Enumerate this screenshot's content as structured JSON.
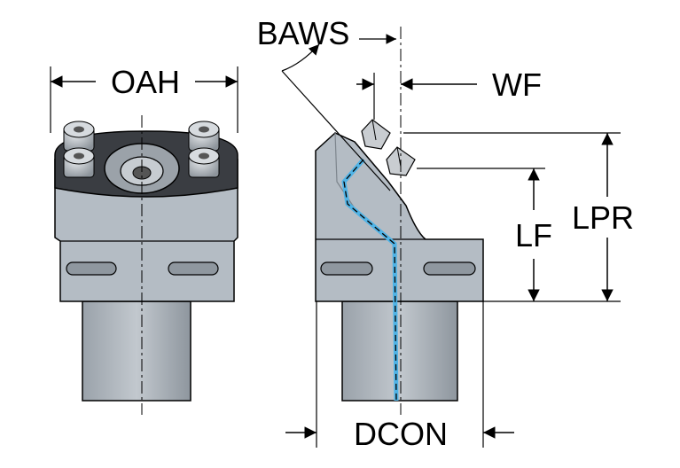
{
  "labels": {
    "oah": "OAH",
    "baws": "BAWS",
    "wf": "WF",
    "lf": "LF",
    "lpr": "LPR",
    "dcon": "DCON"
  },
  "colors": {
    "body_fill": "#b4bcc4",
    "body_dark": "#8f979f",
    "top_dark": "#3a3d42",
    "screw": "#c9cdd1",
    "coolant": "#4fb3e6",
    "outline": "#000000",
    "background": "#ffffff"
  },
  "icons": {
    "screw": "socket-head-screw-icon",
    "clamp_bolt": "hex-clamp-bolt-icon",
    "arrow": "dimension-arrow-icon"
  }
}
